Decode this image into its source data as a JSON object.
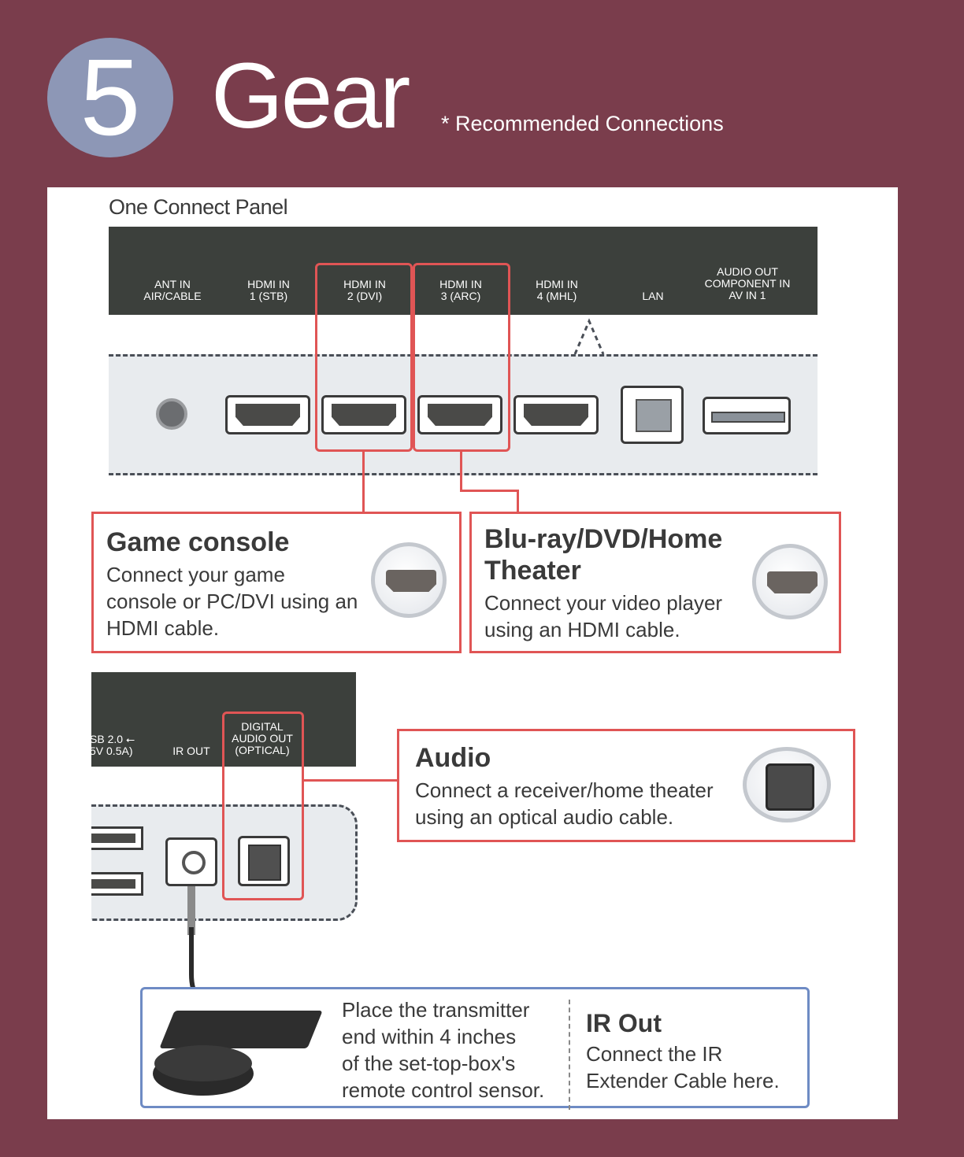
{
  "header": {
    "step_number": "5",
    "title": "Gear",
    "subtitle": "* Recommended Connections"
  },
  "panel": {
    "label": "One Connect Panel",
    "ports": [
      {
        "line1": "ANT IN",
        "line2": "AIR/CABLE"
      },
      {
        "line1": "HDMI IN",
        "line2": "1 (STB)"
      },
      {
        "line1": "HDMI IN",
        "line2": "2 (DVI)"
      },
      {
        "line1": "HDMI IN",
        "line2": "3 (ARC)"
      },
      {
        "line1": "HDMI IN",
        "line2": "4 (MHL)"
      },
      {
        "line1": "",
        "line2": "LAN"
      },
      {
        "line1": "AUDIO OUT",
        "line2": "COMPONENT IN",
        "line3": "AV IN 1"
      }
    ]
  },
  "callouts": {
    "game": {
      "title": "Game console",
      "text1": "Connect your game",
      "text2": "console or PC/DVI using an",
      "text3": "HDMI cable.",
      "icon": "hdmi-plug-icon"
    },
    "bluray": {
      "title1": "Blu-ray/DVD/Home",
      "title2": "Theater",
      "text1": "Connect your video player",
      "text2": "using an HDMI cable.",
      "icon": "hdmi-plug-icon"
    },
    "audio": {
      "title": "Audio",
      "text1": "Connect a receiver/home theater",
      "text2": "using an optical audio cable.",
      "icon": "optical-plug-icon"
    }
  },
  "panel2": {
    "ports": [
      {
        "line1": "SB 2.0 ⭠",
        "line2": "5V 0.5A)"
      },
      {
        "line1": "",
        "line2": "IR OUT"
      },
      {
        "line1": "DIGITAL",
        "line2": "AUDIO OUT",
        "line3": "(OPTICAL)"
      }
    ]
  },
  "ir": {
    "note1": "Place the transmitter",
    "note2": "end within 4 inches",
    "note3": "of the set-top-box's",
    "note4": "remote control sensor.",
    "title": "IR Out",
    "text1": "Connect the IR",
    "text2": "Extender Cable here."
  },
  "colors": {
    "background": "#7a3d4c",
    "highlight": "#e05555",
    "ir_border": "#6e8bc4",
    "badge": "#8d97b6"
  }
}
